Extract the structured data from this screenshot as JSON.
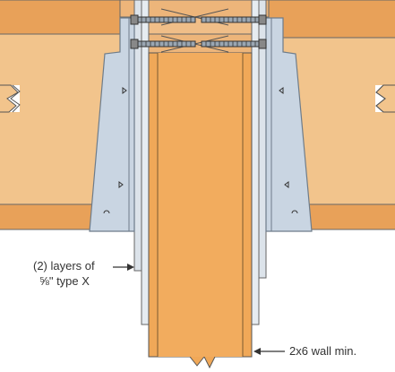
{
  "callouts": {
    "gypsum_line1": "(2) layers of",
    "gypsum_line2": "⅝\" type X",
    "wall": "2x6 wall min."
  },
  "colors": {
    "lumber_dark": "#E8A159",
    "lumber_light": "#F2C48C",
    "wall_stud": "#F0A858",
    "steel_hanger": "#C9D5E2",
    "steel_outline": "#6E7C8A",
    "gypsum_board": "#DCE3EA",
    "outline": "#555555",
    "leader": "#333333"
  },
  "icons": [
    "screw-icon",
    "nail-hole-icon",
    "break-line-icon",
    "arrow-icon"
  ]
}
